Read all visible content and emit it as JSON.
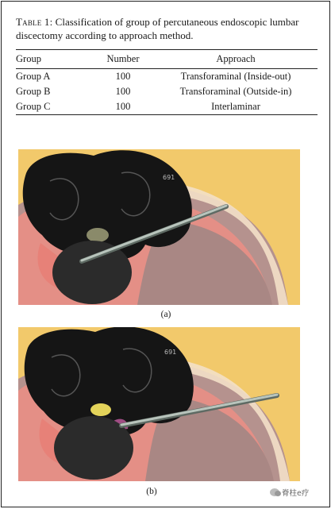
{
  "table": {
    "caption_label": "Table 1:",
    "caption_text": " Classification of group of percutaneous endoscopic lumbar discectomy according to approach method.",
    "headers": [
      "Group",
      "Number",
      "Approach"
    ],
    "rows": [
      [
        "Group A",
        "100",
        "Transforaminal (Inside-out)"
      ],
      [
        "Group B",
        "100",
        "Transforaminal (Outside-in)"
      ],
      [
        "Group C",
        "100",
        "Interlaminar"
      ]
    ]
  },
  "figures": [
    {
      "label": "(a)",
      "scan_marker": "691"
    },
    {
      "label": "(b)",
      "scan_marker": "691"
    }
  ],
  "watermark": {
    "text": "脊柱e疗",
    "icon": "wechat-icon"
  },
  "colors": {
    "fat": "#f2c96b",
    "muscle": "#e48f86",
    "cavity": "#b48a86",
    "spine_tissue": "#151515",
    "disc": "#2b2b2b",
    "needle": "#9aa79f"
  }
}
